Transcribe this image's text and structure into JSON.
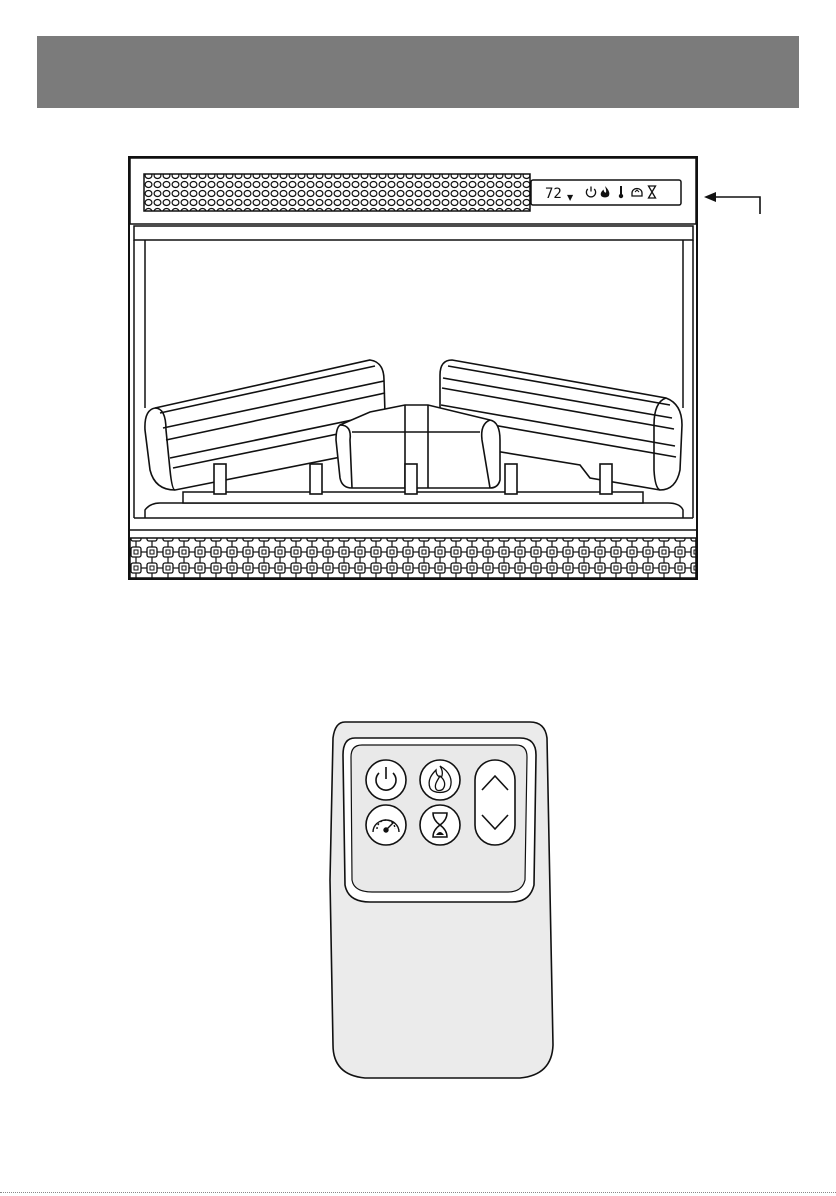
{
  "header": {
    "title": ""
  },
  "fireplace": {
    "display": {
      "temperature": "72",
      "unit_marker": "▼",
      "icons": [
        "power-icon",
        "flame-icon",
        "thermometer-icon",
        "heater-icon",
        "timer-icon"
      ]
    },
    "callout": {
      "label": ""
    }
  },
  "remote": {
    "buttons": [
      {
        "name": "power",
        "icon": "power-icon"
      },
      {
        "name": "flame",
        "icon": "flame-icon"
      },
      {
        "name": "heat-speed",
        "icon": "gauge-icon"
      },
      {
        "name": "timer",
        "icon": "hourglass-icon"
      },
      {
        "name": "up",
        "icon": "chevron-up-icon"
      },
      {
        "name": "down",
        "icon": "chevron-down-icon"
      }
    ]
  },
  "colors": {
    "header": "#7b7b7b",
    "remote_body": "#e9e9e9",
    "lines": "#111111"
  }
}
